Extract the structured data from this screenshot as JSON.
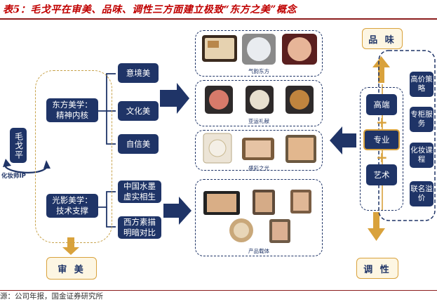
{
  "title": "表5：毛戈平在审美、品味、调性三方面建立极致“东方之美”概念",
  "source": "源：公司年报，国金证券研究所",
  "left": {
    "brand": "毛戈平",
    "brand_sub": "化妆师IP",
    "eastern_aesthetics": "东方美学：精神内核",
    "light_shadow": "光影美学：技术支撑",
    "spirit_items": [
      "意境美",
      "文化美",
      "自信美"
    ],
    "tech_items": [
      "中国水墨虚实相生",
      "西方素描明暗对比"
    ],
    "aesthetic_label": "审 美"
  },
  "middle": {
    "group_captions": [
      "气韵东方",
      "亚运礼献",
      "盛彩之光",
      "产品载体"
    ]
  },
  "right": {
    "taste_label": "品 味",
    "tone_label": "调 性",
    "pillars": [
      "高端",
      "专业",
      "艺术"
    ],
    "plus": "+",
    "strategies": [
      "高价策略",
      "专柜服务",
      "化妆课程",
      "联名溢价"
    ]
  },
  "colors": {
    "navy": "#1f3467",
    "gold": "#d9a23c",
    "title_red": "#c00000"
  }
}
